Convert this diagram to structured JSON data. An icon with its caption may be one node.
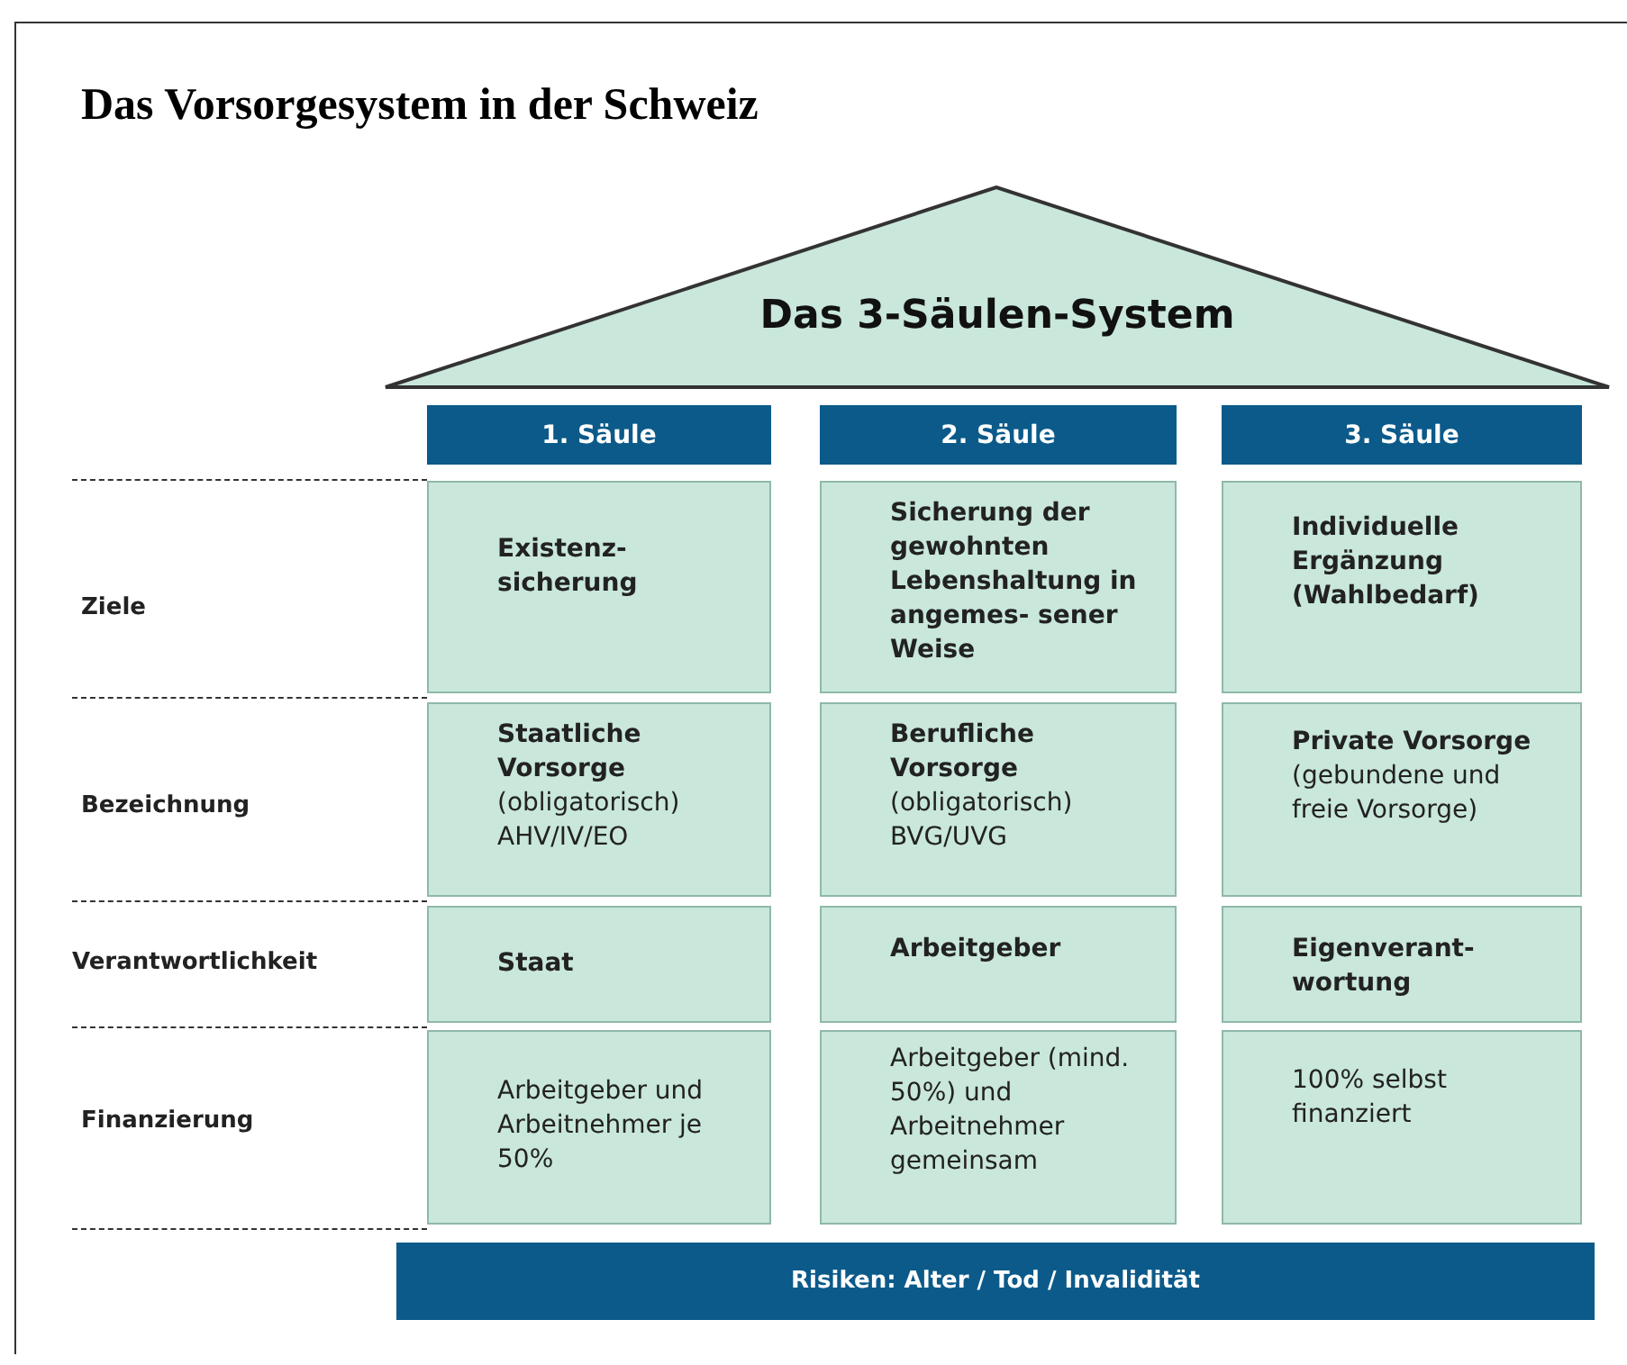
{
  "diagram": {
    "title": "Das Vorsorgesystem in der Schweiz",
    "nodes": [
      {
        "text": [
          "Das 3-Säulen-System"
        ]
      },
      {
        "text": [
          "1. Säule"
        ]
      },
      {
        "text": [
          "2. Säule"
        ]
      },
      {
        "text": [
          "3. Säule"
        ]
      },
      {
        "text": [
          "Existenz- sicherung"
        ]
      },
      {
        "text": [
          "Sicherung der gewohnten Lebenshaltung in angemes- sener Weise"
        ]
      },
      {
        "text": [
          "Individuelle Ergänzung (Wahlbedarf)"
        ]
      },
      {
        "text": [
          "Staatliche Vorsorge",
          "(obligatorisch) AHV/IV/EO"
        ]
      },
      {
        "text": [
          "Berufliche Vorsorge",
          "(obligatorisch) BVG/UVG"
        ]
      },
      {
        "text": [
          "Private Vorsorge",
          "(gebundene und freie Vorsorge)"
        ]
      },
      {
        "text": [
          "Staat"
        ]
      },
      {
        "text": [
          "Arbeitgeber"
        ]
      },
      {
        "text": [
          "Eigenverant- wortung"
        ]
      },
      {
        "text": [
          "Arbeitgeber und Arbeitnehmer je 50%"
        ]
      },
      {
        "text": [
          "Arbeitgeber (mind. 50%) und Arbeitnehmer gemeinsam"
        ]
      },
      {
        "text": [
          "100% selbst finanziert"
        ]
      },
      {
        "text": [
          "Risiken: Alter / Tod / Invalidität"
        ]
      }
    ],
    "labels": [
      "Ziele",
      "Bezeichnung",
      "Verantwortlichkeit",
      "Finanzierung"
    ]
  }
}
